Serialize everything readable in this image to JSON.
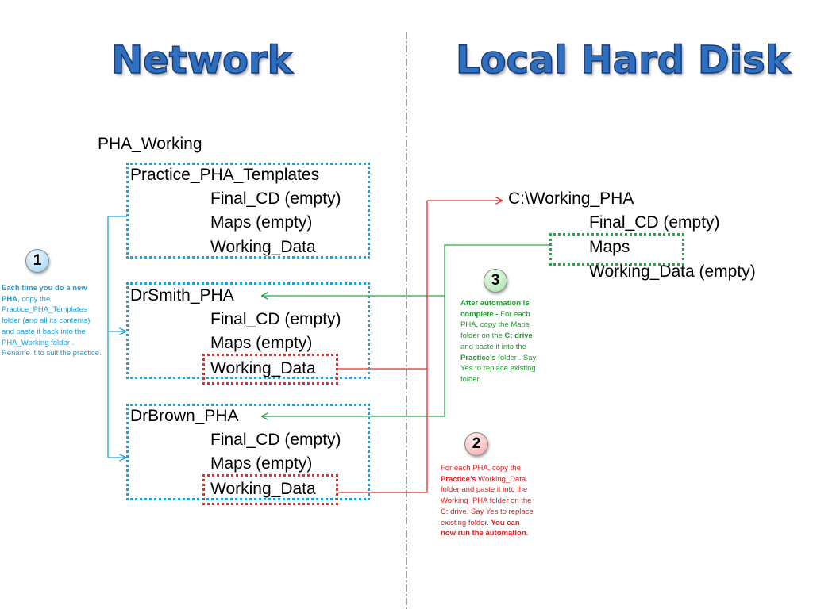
{
  "headings": {
    "network": "Network",
    "local": "Local Hard Disk"
  },
  "network": {
    "root": "PHA_Working",
    "template": {
      "name": "Practice_PHA_Templates",
      "items": [
        "Final_CD (empty)",
        "Maps (empty)",
        "Working_Data"
      ]
    },
    "practices": [
      {
        "name": "DrSmith_PHA",
        "items": [
          "Final_CD (empty)",
          "Maps (empty)",
          "Working_Data"
        ]
      },
      {
        "name": "DrBrown_PHA",
        "items": [
          "Final_CD (empty)",
          "Maps (empty)",
          "Working_Data"
        ]
      }
    ]
  },
  "local": {
    "root": "C:\\Working_PHA",
    "items": [
      "Final_CD (empty)",
      "Maps",
      "Working_Data (empty)"
    ]
  },
  "steps": {
    "step1": {
      "number": "1",
      "bold1": "Each time you do a new PHA",
      "rest": ", copy the Practice_PHA_Templates folder (and all its contents) and paste it back into the PHA_Working folder . Rename it to suit the practice."
    },
    "step2": {
      "number": "2",
      "t1": "For each PHA, copy the ",
      "b1": "Practice’s",
      "t2": " Working_Data folder and paste it into the Working_PHA folder on the C: drive. Say Yes to replace existing  folder.  ",
      "b2": "You can now run the automation."
    },
    "step3": {
      "number": "3",
      "b1": "After automation is complete -",
      "t1": " For each PHA, copy the Maps folder on the ",
      "b2": "C: drive",
      "t2": " and paste it into the ",
      "b3": "Practice’s",
      "t3": " folder . Say Yes to replace existing folder."
    }
  },
  "colors": {
    "heading": "#2f6fc0",
    "blue": "#1fa3d6",
    "red": "#e03030",
    "green": "#28a745"
  }
}
